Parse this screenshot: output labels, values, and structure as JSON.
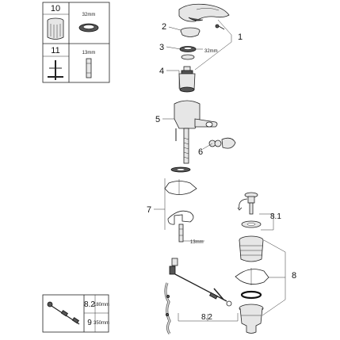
{
  "legend_top_left": {
    "rows": [
      {
        "part": "10",
        "size": "32mm"
      },
      {
        "part": "11",
        "size": "13mm"
      }
    ]
  },
  "legend_bottom_left": {
    "rows": [
      {
        "part": "8.2",
        "size": "180mm"
      },
      {
        "part": "9",
        "size": "350mm"
      }
    ]
  },
  "callouts": {
    "c1": "1",
    "c2": "2",
    "c3": "3",
    "c4": "4",
    "c5": "5",
    "c6": "6",
    "c7": "7",
    "c8": "8",
    "c81": "8.1",
    "c82": "8.2"
  },
  "dimensions": {
    "d32": "32mm",
    "d13": "13mm"
  }
}
